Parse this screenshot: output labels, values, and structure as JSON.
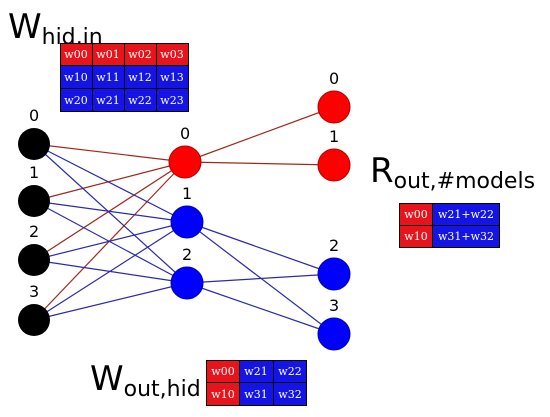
{
  "titles": {
    "w_hid_in": {
      "main": "W",
      "sub": "hid,in"
    },
    "r_out": {
      "main": "R",
      "sub": "out,#models"
    },
    "w_out_hid": {
      "main": "W",
      "sub": "out,hid"
    }
  },
  "nodes": {
    "input": [
      "0",
      "1",
      "2",
      "3"
    ],
    "hidden": [
      "0",
      "1",
      "2"
    ],
    "output": [
      "0",
      "1",
      "2",
      "3"
    ]
  },
  "colors": {
    "red": "#ff0000",
    "blue": "#0000ff",
    "black": "#000000",
    "cell_red": "#e8141c",
    "cell_blue": "#1414e6",
    "edge_red": "#a0281a",
    "edge_blue": "#2a2ab0"
  },
  "tables": {
    "w_hid_in": [
      [
        "w00",
        "w01",
        "w02",
        "w03"
      ],
      [
        "w10",
        "w11",
        "w12",
        "w13"
      ],
      [
        "w20",
        "w21",
        "w22",
        "w23"
      ]
    ],
    "r_out": [
      [
        "w00",
        "w21+w22"
      ],
      [
        "w10",
        "w31+w32"
      ]
    ],
    "w_out_hid": [
      [
        "w00",
        "w21",
        "w22"
      ],
      [
        "w10",
        "w31",
        "w32"
      ]
    ]
  }
}
